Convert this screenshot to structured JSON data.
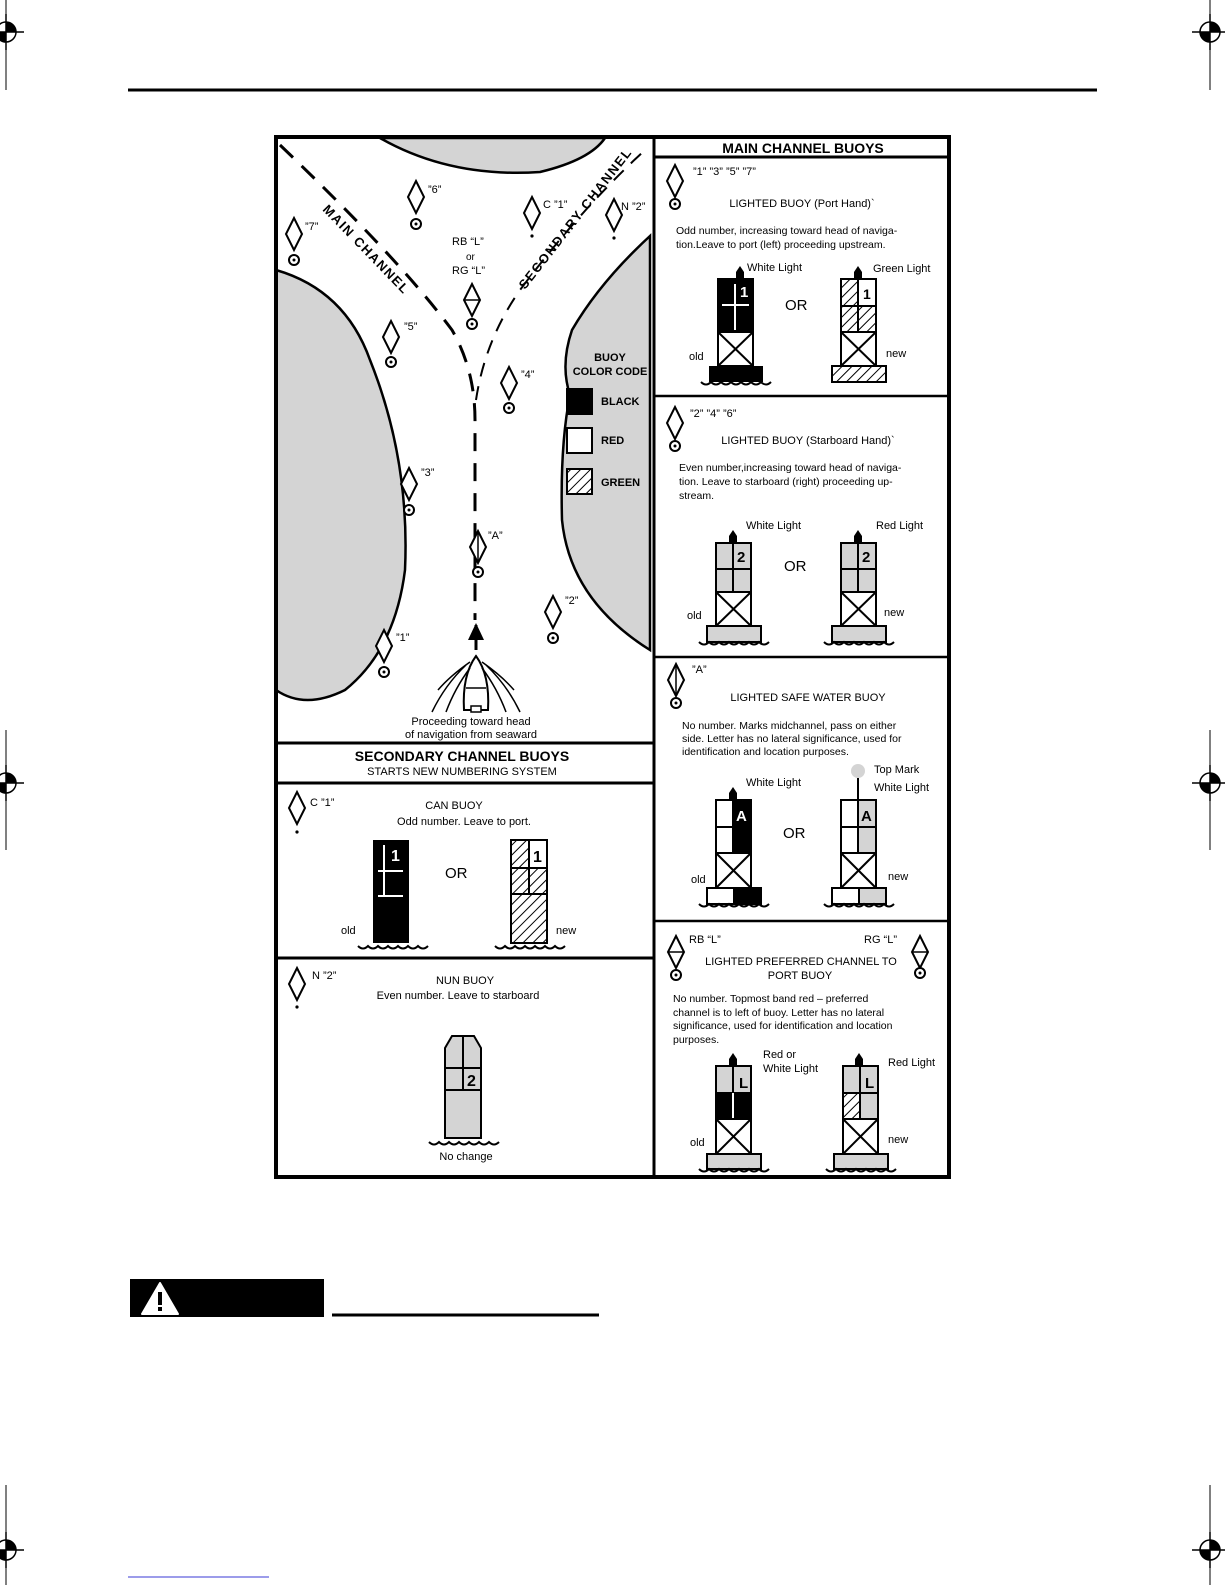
{
  "map": {
    "main_channel": "MAIN CHANNEL",
    "secondary_channel": "SECONDARY CHANNEL",
    "buoy_6": "”6”",
    "buoy_7": "”7”",
    "buoy_c1": "C ”1”",
    "buoy_n2": "N ”2”",
    "rb_l": "RB   “L”",
    "or": "or",
    "rg_l": "RG   “L”",
    "buoy_5": "”5”",
    "buoy_4": "”4”",
    "buoy_3": "”3”",
    "buoy_a": "”A”",
    "buoy_2": "”2”",
    "buoy_1": "”1”",
    "proceeding_1": "Proceeding toward head",
    "proceeding_2": "of navigation from seaward",
    "color_code_1": "BUOY",
    "color_code_2": "COLOR CODE",
    "legend": [
      {
        "label": "BLACK",
        "color": "#000000"
      },
      {
        "label": "RED",
        "color": "#cccccc"
      },
      {
        "label": "GREEN",
        "color": "hatched"
      }
    ]
  },
  "main_channel_buoys": {
    "title": "MAIN CHANNEL BUOYS",
    "port": {
      "numbers": "”1” ”3” ”5” ”7”",
      "title": "LIGHTED BUOY (Port Hand)`",
      "desc_1": "Odd number, increasing toward head of naviga-",
      "desc_2": "tion.Leave to port (left) proceeding upstream.",
      "light_old": "White Light",
      "light_new": "Green Light",
      "or": "OR",
      "old": "old",
      "new": "new",
      "num": "1"
    },
    "starboard": {
      "numbers": "”2” ”4” ”6”",
      "title": "LIGHTED BUOY (Starboard Hand)`",
      "desc_1": "Even number,increasing toward head of naviga-",
      "desc_2": "tion. Leave to  starboard  (right) proceeding up-",
      "desc_3": "stream.",
      "light_old": "White Light",
      "light_new": "Red Light",
      "or": "OR",
      "old": "old",
      "new": "new",
      "num": "2"
    },
    "safe_water": {
      "numbers": "”A”",
      "title": "LIGHTED SAFE WATER BUOY",
      "desc_1": "No  number.  Marks midchannel, pass on  either",
      "desc_2": "side. Letter has no lateral significance, used for",
      "desc_3": "identification and location purposes.",
      "top_mark": "Top Mark",
      "light_old": "White Light",
      "light_new": "White Light",
      "or": "OR",
      "old": "old",
      "new": "new",
      "letter": "A"
    },
    "preferred": {
      "rb": "RB  “L”",
      "rg": "RG  “L”",
      "title_1": "LIGHTED PREFERRED CHANNEL TO",
      "title_2": "PORT BUOY",
      "desc_1": "No  number.  Topmost band red – preferred",
      "desc_2": "channel is to left of buoy. Letter has no lateral",
      "desc_3": "significance, used for identification and location",
      "desc_4": "purposes.",
      "light_old_1": "Red or",
      "light_old_2": "White Light",
      "light_new": "Red Light",
      "old": "old",
      "new": "new",
      "letter": "L"
    }
  },
  "secondary_channel_buoys": {
    "title": "SECONDARY CHANNEL BUOYS",
    "subtitle": "STARTS NEW NUMBERING SYSTEM",
    "can": {
      "label": "C  ”1”",
      "title": "CAN  BUOY",
      "desc": "Odd number.  Leave to port.",
      "or": "OR",
      "old": "old",
      "new": "new",
      "num": "1"
    },
    "nun": {
      "label": "N   ”2”",
      "title": "NUN BUOY",
      "desc": "Even number.  Leave to starboard",
      "note": "No change",
      "num": "2"
    }
  }
}
